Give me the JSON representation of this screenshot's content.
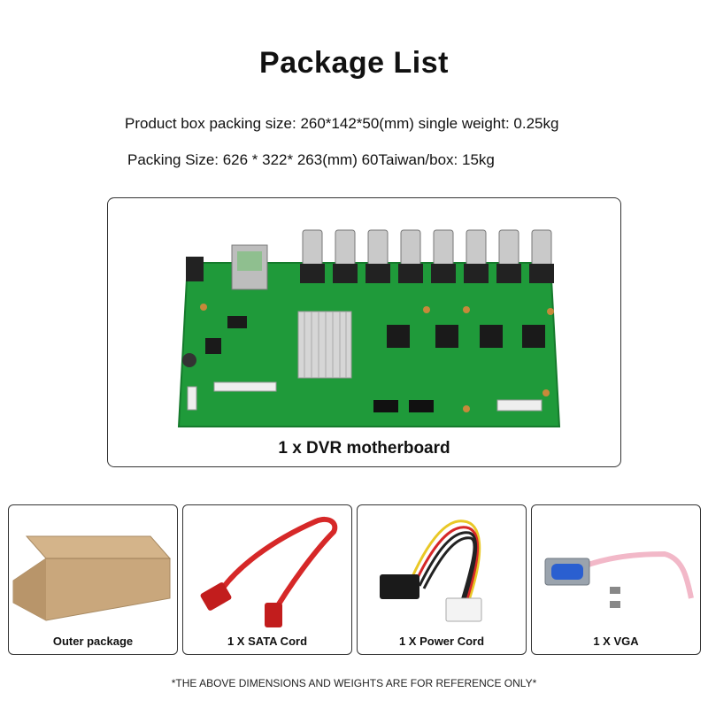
{
  "header": {
    "title": "Package List",
    "spec_line_1": "Product box packing size: 260*142*50(mm) single weight: 0.25kg",
    "spec_line_2": "Packing Size: 626 * 322* 263(mm) 60Taiwan/box: 15kg"
  },
  "main_item": {
    "caption": "1 x DVR motherboard",
    "board_color": "#1f9a3a"
  },
  "items": [
    {
      "caption": "Outer package",
      "icon": "cardboard-box-icon"
    },
    {
      "caption": "1 X SATA Cord",
      "icon": "sata-cable-icon"
    },
    {
      "caption": "1 X Power Cord",
      "icon": "power-cable-icon"
    },
    {
      "caption": "1 X VGA",
      "icon": "vga-connector-icon"
    }
  ],
  "footnote": "*THE ABOVE DIMENSIONS AND WEIGHTS ARE FOR REFERENCE ONLY*"
}
